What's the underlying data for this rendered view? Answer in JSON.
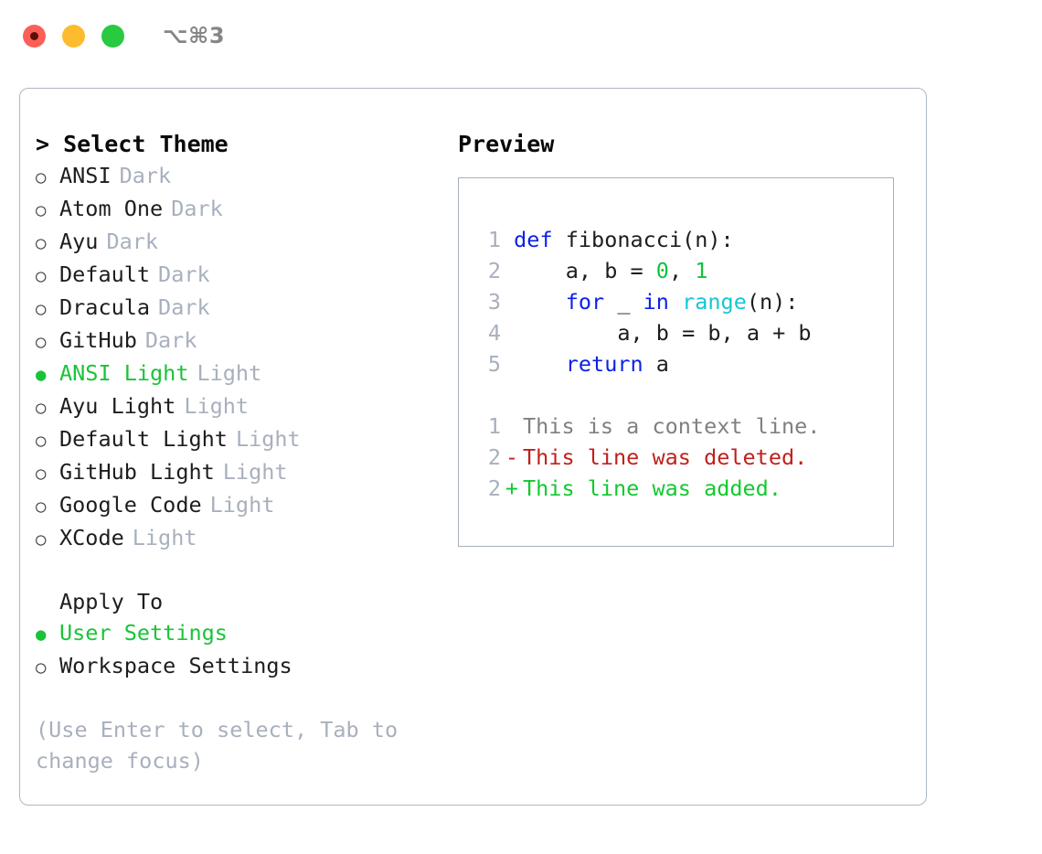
{
  "titlebar": {
    "shortcut": "⌥⌘3",
    "buttons": [
      {
        "name": "close",
        "color": "#fc5f57"
      },
      {
        "name": "minimize",
        "color": "#fdbc2e"
      },
      {
        "name": "maximize",
        "color": "#29c940"
      }
    ]
  },
  "theme_panel": {
    "heading": "> Select Theme",
    "items": [
      {
        "label": "ANSI",
        "tag": "Dark",
        "selected": false,
        "bullet": "○"
      },
      {
        "label": "Atom One",
        "tag": "Dark",
        "selected": false,
        "bullet": "○"
      },
      {
        "label": "Ayu",
        "tag": "Dark",
        "selected": false,
        "bullet": "○"
      },
      {
        "label": "Default",
        "tag": "Dark",
        "selected": false,
        "bullet": "○"
      },
      {
        "label": "Dracula",
        "tag": "Dark",
        "selected": false,
        "bullet": "○"
      },
      {
        "label": "GitHub",
        "tag": "Dark",
        "selected": false,
        "bullet": "○"
      },
      {
        "label": "ANSI Light",
        "tag": "Light",
        "selected": true,
        "bullet": "●"
      },
      {
        "label": "Ayu Light",
        "tag": "Light",
        "selected": false,
        "bullet": "○"
      },
      {
        "label": "Default Light",
        "tag": "Light",
        "selected": false,
        "bullet": "○"
      },
      {
        "label": "GitHub Light",
        "tag": "Light",
        "selected": false,
        "bullet": "○"
      },
      {
        "label": "Google Code",
        "tag": "Light",
        "selected": false,
        "bullet": "○"
      },
      {
        "label": "XCode",
        "tag": "Light",
        "selected": false,
        "bullet": "○"
      }
    ]
  },
  "apply_to": {
    "heading": "Apply To",
    "items": [
      {
        "label": "User Settings",
        "selected": true,
        "bullet": "●"
      },
      {
        "label": "Workspace Settings",
        "selected": false,
        "bullet": "○"
      }
    ]
  },
  "hint": "(Use Enter to select, Tab to change focus)",
  "preview": {
    "heading": "Preview",
    "code_lines": [
      {
        "number": "1",
        "tokens": [
          {
            "text": "def",
            "kind": "kw"
          },
          {
            "text": " fibonacci(n):",
            "kind": "plain"
          }
        ]
      },
      {
        "number": "2",
        "tokens": [
          {
            "text": "    a, b = ",
            "kind": "plain"
          },
          {
            "text": "0",
            "kind": "num"
          },
          {
            "text": ", ",
            "kind": "plain"
          },
          {
            "text": "1",
            "kind": "num"
          }
        ]
      },
      {
        "number": "3",
        "tokens": [
          {
            "text": "    ",
            "kind": "plain"
          },
          {
            "text": "for",
            "kind": "kw"
          },
          {
            "text": " _ ",
            "kind": "plain"
          },
          {
            "text": "in",
            "kind": "kw"
          },
          {
            "text": " ",
            "kind": "plain"
          },
          {
            "text": "range",
            "kind": "fn"
          },
          {
            "text": "(n):",
            "kind": "plain"
          }
        ]
      },
      {
        "number": "4",
        "tokens": [
          {
            "text": "        a, b = b, a + b",
            "kind": "plain"
          }
        ]
      },
      {
        "number": "5",
        "tokens": [
          {
            "text": "    ",
            "kind": "plain"
          },
          {
            "text": "return",
            "kind": "kw"
          },
          {
            "text": " a",
            "kind": "plain"
          }
        ]
      }
    ],
    "diff_lines": [
      {
        "number": "1",
        "marker": " ",
        "text": "This is a context line.",
        "kind": "ctx"
      },
      {
        "number": "2",
        "marker": "-",
        "text": "This line was deleted.",
        "kind": "del"
      },
      {
        "number": "2",
        "marker": "+",
        "text": "This line was added.",
        "kind": "add"
      }
    ]
  },
  "colors": {
    "accent_green": "#18c437",
    "muted": "#a8b0bd",
    "keyword_blue": "#0b22e8",
    "function_cyan": "#13c7d4",
    "number_green": "#10c43a",
    "diff_delete_red": "#c0201b",
    "diff_add_green": "#12c92f",
    "border": "#aeb7c2"
  }
}
